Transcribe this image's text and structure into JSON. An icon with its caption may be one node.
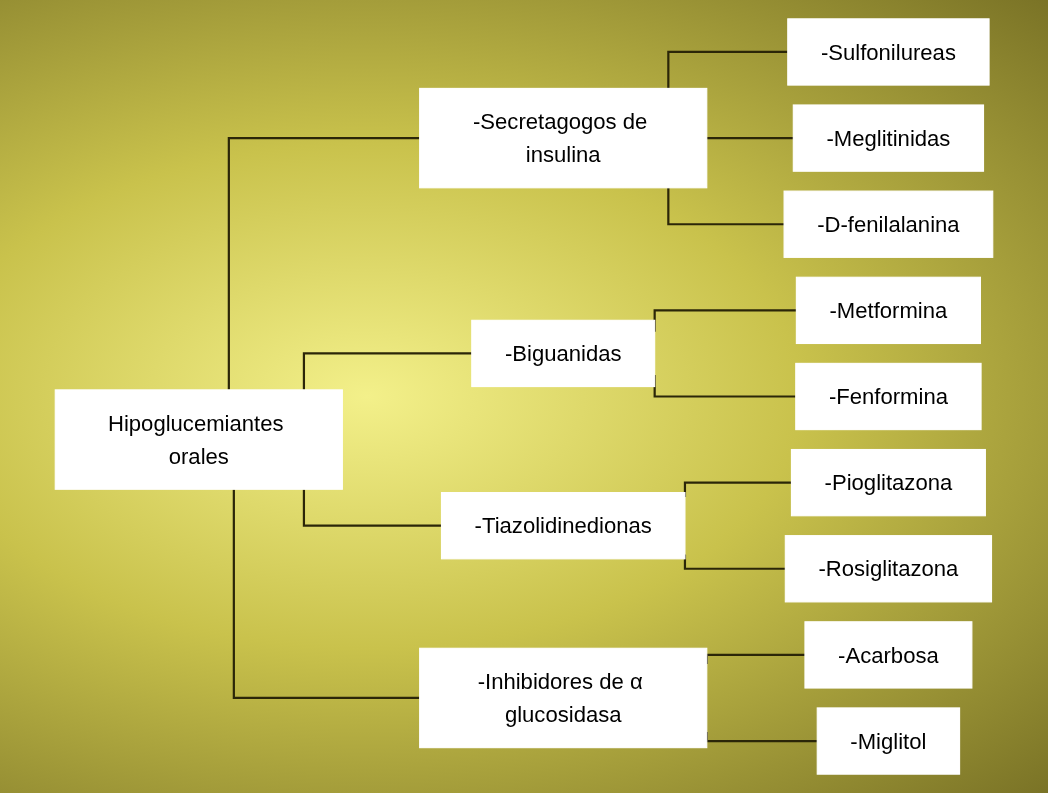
{
  "diagram": {
    "nodes": [
      {
        "text": [
          "Hipoglucemiantes orales"
        ]
      },
      {
        "text": [
          "-Secretagogos de insulina"
        ]
      },
      {
        "text": [
          "-Sulfonilureas"
        ]
      },
      {
        "text": [
          "-Meglitinidas"
        ]
      },
      {
        "text": [
          "-D-fenilalanina"
        ]
      },
      {
        "text": [
          "-Biguanidas"
        ]
      },
      {
        "text": [
          "-Metformina"
        ]
      },
      {
        "text": [
          "-Fenformina"
        ]
      },
      {
        "text": [
          "-Tiazolidinedionas"
        ]
      },
      {
        "text": [
          "-Pioglitazona"
        ]
      },
      {
        "text": [
          "-Rosiglitazona"
        ]
      },
      {
        "text": [
          "-Inhibidores de α glucosidasa"
        ]
      },
      {
        "text": [
          "-Acarbosa"
        ]
      },
      {
        "text": [
          "-Miglitol"
        ]
      }
    ],
    "edges": [
      {
        "from": 0,
        "to": 1,
        "arrow": "none"
      },
      {
        "from": 0,
        "to": 5,
        "arrow": "none"
      },
      {
        "from": 0,
        "to": 8,
        "arrow": "none"
      },
      {
        "from": 0,
        "to": 11,
        "arrow": "none"
      },
      {
        "from": 1,
        "to": 2,
        "arrow": "none"
      },
      {
        "from": 1,
        "to": 3,
        "arrow": "none"
      },
      {
        "from": 1,
        "to": 4,
        "arrow": "none"
      },
      {
        "from": 5,
        "to": 6,
        "arrow": "none"
      },
      {
        "from": 5,
        "to": 7,
        "arrow": "none"
      },
      {
        "from": 8,
        "to": 9,
        "arrow": "none"
      },
      {
        "from": 8,
        "to": 10,
        "arrow": "none"
      },
      {
        "from": 11,
        "to": 12,
        "arrow": "none"
      },
      {
        "from": 11,
        "to": 13,
        "arrow": "none"
      }
    ]
  }
}
